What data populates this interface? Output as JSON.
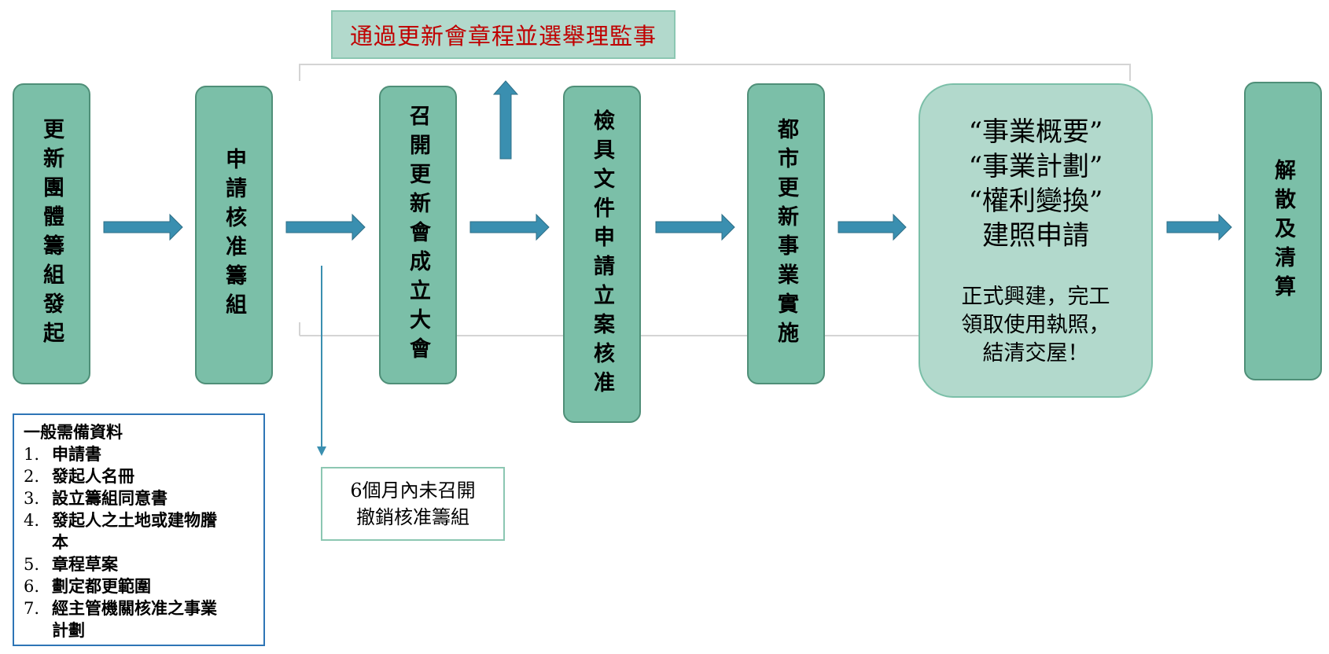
{
  "steps": [
    {
      "label": "更新團體籌組發起"
    },
    {
      "label": "申請核准籌組"
    },
    {
      "label": "召開更新會成立大會"
    },
    {
      "label": "檢具文件申請立案核准"
    },
    {
      "label": "都市更新事業實施"
    },
    {
      "label": "解散及清算"
    }
  ],
  "plan_box": {
    "lines": [
      "“事業概要”",
      "“事業計劃”",
      "“權利變換”",
      "建照申請"
    ],
    "note_lines": [
      "正式興建，完工",
      "領取使用執照，",
      "結清交屋！"
    ]
  },
  "top_note": "通過更新會章程並選舉理監事",
  "cancel_note": {
    "lines": [
      "6個月內未召開",
      "撤銷核准籌組"
    ]
  },
  "requirements": {
    "title": "一般需備資料",
    "items": [
      {
        "num": "1.",
        "lines": [
          "申請書"
        ]
      },
      {
        "num": "2.",
        "lines": [
          "發起人名冊"
        ]
      },
      {
        "num": "3.",
        "lines": [
          "設立籌組同意書"
        ]
      },
      {
        "num": "4.",
        "lines": [
          "發起人之土地或建物謄",
          "本"
        ]
      },
      {
        "num": "5.",
        "lines": [
          "章程草案"
        ]
      },
      {
        "num": "6.",
        "lines": [
          "劃定都更範圍"
        ]
      },
      {
        "num": "7.",
        "lines": [
          "經主管機關核准之事業",
          "計劃"
        ]
      }
    ]
  },
  "colors": {
    "step_fill": "#7bbfa8",
    "step_border": "#4f8f78",
    "light_fill": "#b2d9cc",
    "arrow": "#3a8fb0",
    "highlight_text": "#c00000",
    "list_border": "#2e75b6"
  }
}
